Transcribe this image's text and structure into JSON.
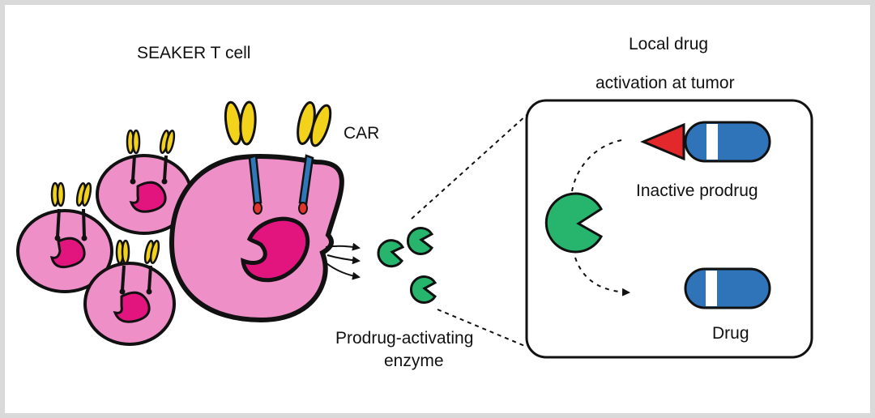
{
  "labels": {
    "seaker_t_cell": "SEAKER T cell",
    "local_drug_line1": "Local drug",
    "local_drug_line2": "activation at tumor",
    "car": "CAR",
    "inactive_prodrug": "Inactive prodrug",
    "drug": "Drug",
    "enzyme_line1": "Prodrug-activating",
    "enzyme_line2": "enzyme"
  },
  "colors": {
    "cell_pink": "#ef8fc8",
    "nucleus_magenta": "#e2157f",
    "car_yellow": "#f2d21b",
    "car_blue": "#2e78b9",
    "car_tip_red": "#e0342c",
    "enzyme_green": "#27b56e",
    "prodrug_triangle_red": "#e2282b",
    "capsule_blue": "#2f73b8"
  }
}
